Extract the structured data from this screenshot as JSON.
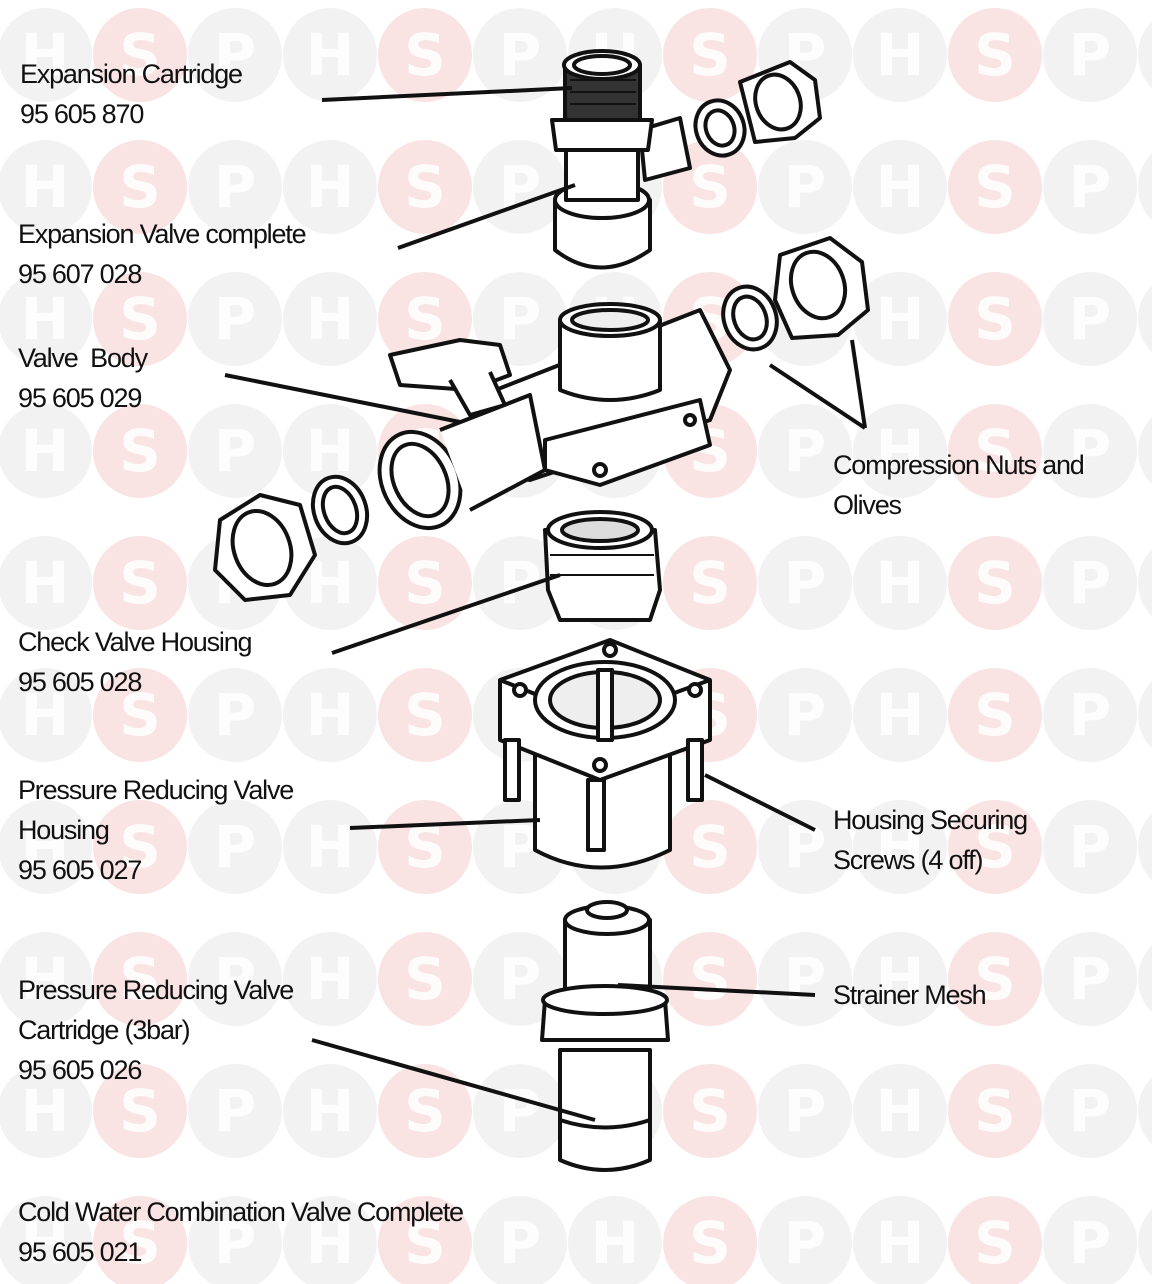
{
  "watermark": {
    "letters": [
      "H",
      "S",
      "P"
    ],
    "red": "#e89a9a",
    "grey": "#cfcfcf"
  },
  "labels": {
    "expansion_cartridge": {
      "name": "Expansion Cartridge",
      "part": "95 605 870"
    },
    "expansion_valve": {
      "name": "Expansion Valve complete",
      "part": "95 607 028"
    },
    "valve_body": {
      "name": "Valve  Body",
      "part": "95 605 029"
    },
    "compression_nuts": {
      "line1": "Compression Nuts and",
      "line2": "Olives"
    },
    "check_valve": {
      "name": "Check Valve Housing",
      "part": "95 605 028"
    },
    "prv_housing": {
      "line1": "Pressure Reducing Valve",
      "line2": "Housing",
      "part": "95 605 027"
    },
    "housing_screws": {
      "line1": "Housing Securing",
      "line2": "Screws (4 off)"
    },
    "strainer": {
      "name": "Strainer Mesh"
    },
    "prv_cartridge": {
      "line1": "Pressure Reducing Valve",
      "line2": "Cartridge (3bar)",
      "part": "95 605 026"
    },
    "complete": {
      "name": "Cold Water Combination Valve Complete",
      "part": "95 605 021"
    }
  }
}
